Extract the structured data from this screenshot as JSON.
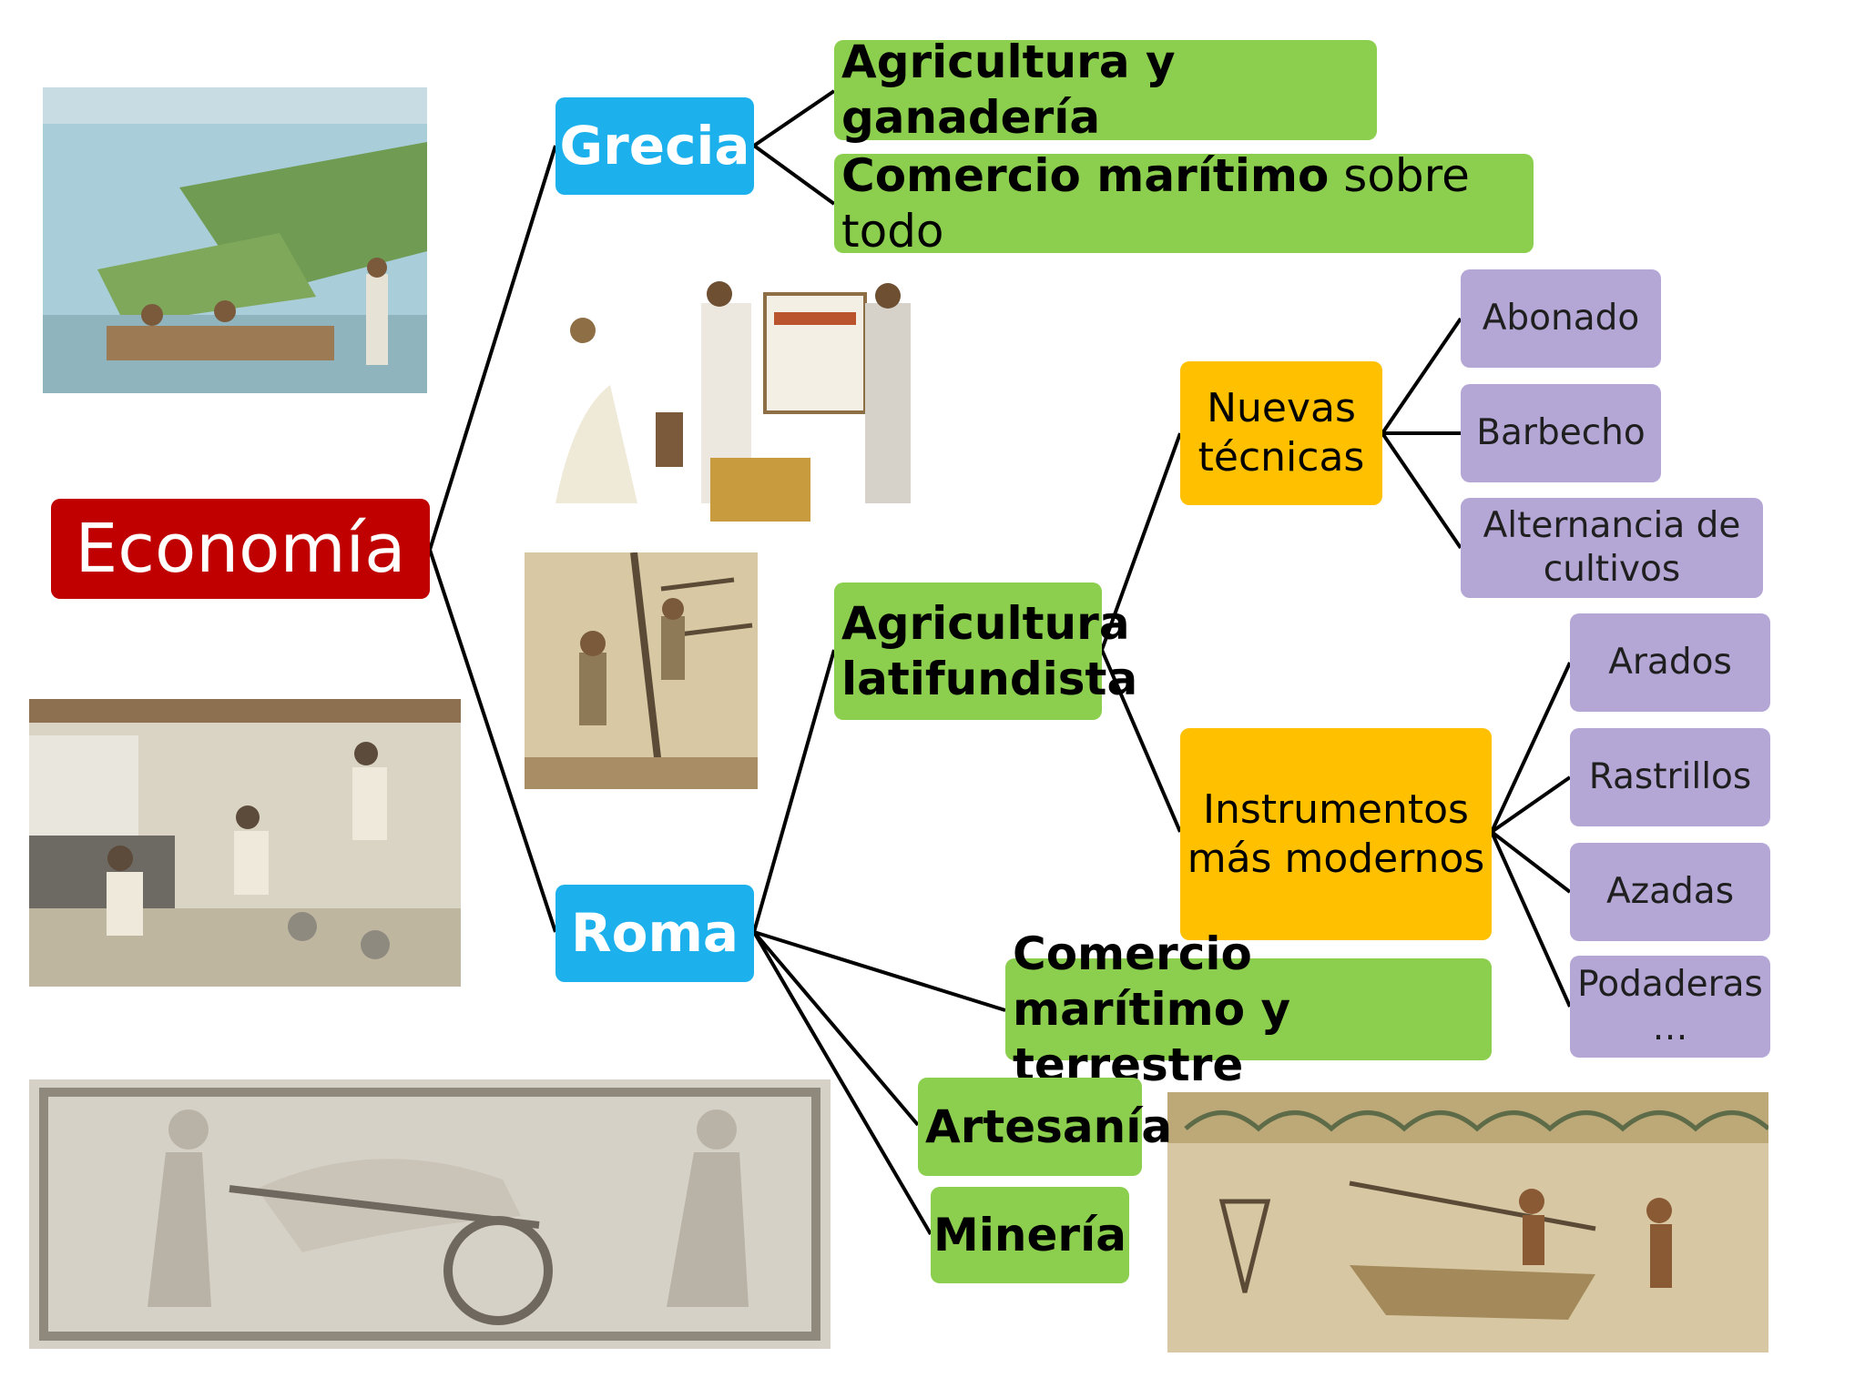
{
  "root": {
    "label": "Economía"
  },
  "grecia": {
    "label": "Grecia",
    "items": [
      {
        "bold": "Agricultura y ganadería",
        "rest": ""
      },
      {
        "bold": "Comercio marítimo",
        "rest": " sobre todo"
      }
    ]
  },
  "roma": {
    "label": "Roma",
    "agricultura": {
      "line1": "Agricultura",
      "line2": "latifundista",
      "tecnicas": {
        "line1": "Nuevas",
        "line2": "técnicas",
        "items": [
          {
            "line1": "Abonado",
            "line2": ""
          },
          {
            "line1": "Barbecho",
            "line2": ""
          },
          {
            "line1": "Alternancia de",
            "line2": "cultivos"
          }
        ]
      },
      "instrumentos": {
        "line1": "Instrumentos",
        "line2": "más modernos",
        "items": [
          {
            "line1": "Arados",
            "line2": ""
          },
          {
            "line1": "Rastrillos",
            "line2": ""
          },
          {
            "line1": "Azadas",
            "line2": ""
          },
          {
            "line1": "Podaderas",
            "line2": "…"
          }
        ]
      }
    },
    "comercio": {
      "line1": "Comercio marítimo y",
      "line2": "terrestre"
    },
    "artesania": "Artesanía",
    "mineria": "Minería"
  },
  "images": [
    {
      "name": "chinampas-painting-image",
      "palette": [
        "#a9cdd9",
        "#6f9b52",
        "#c9b48a"
      ]
    },
    {
      "name": "greek-women-weaving-image",
      "palette": [
        "#f2efe6",
        "#d8cfae",
        "#8e6e45"
      ]
    },
    {
      "name": "olive-harvest-mosaic-image",
      "palette": [
        "#d8c9a4",
        "#8e7a57",
        "#5b4a36"
      ]
    },
    {
      "name": "workers-village-painting-image",
      "palette": [
        "#d9d4c4",
        "#a58c6c",
        "#5c4a3a"
      ]
    },
    {
      "name": "plough-relief-image",
      "palette": [
        "#d6d1c6",
        "#a8a196",
        "#6e685e"
      ]
    },
    {
      "name": "ship-mosaic-image",
      "palette": [
        "#d7c8a3",
        "#a48a5a",
        "#5e6b48"
      ]
    }
  ],
  "colors": {
    "root": "#c00000",
    "region": "#1cb0ec",
    "topic": "#8ccf4f",
    "subtopic": "#ffc000",
    "detail": "#b4a7d6",
    "line": "#000000"
  }
}
